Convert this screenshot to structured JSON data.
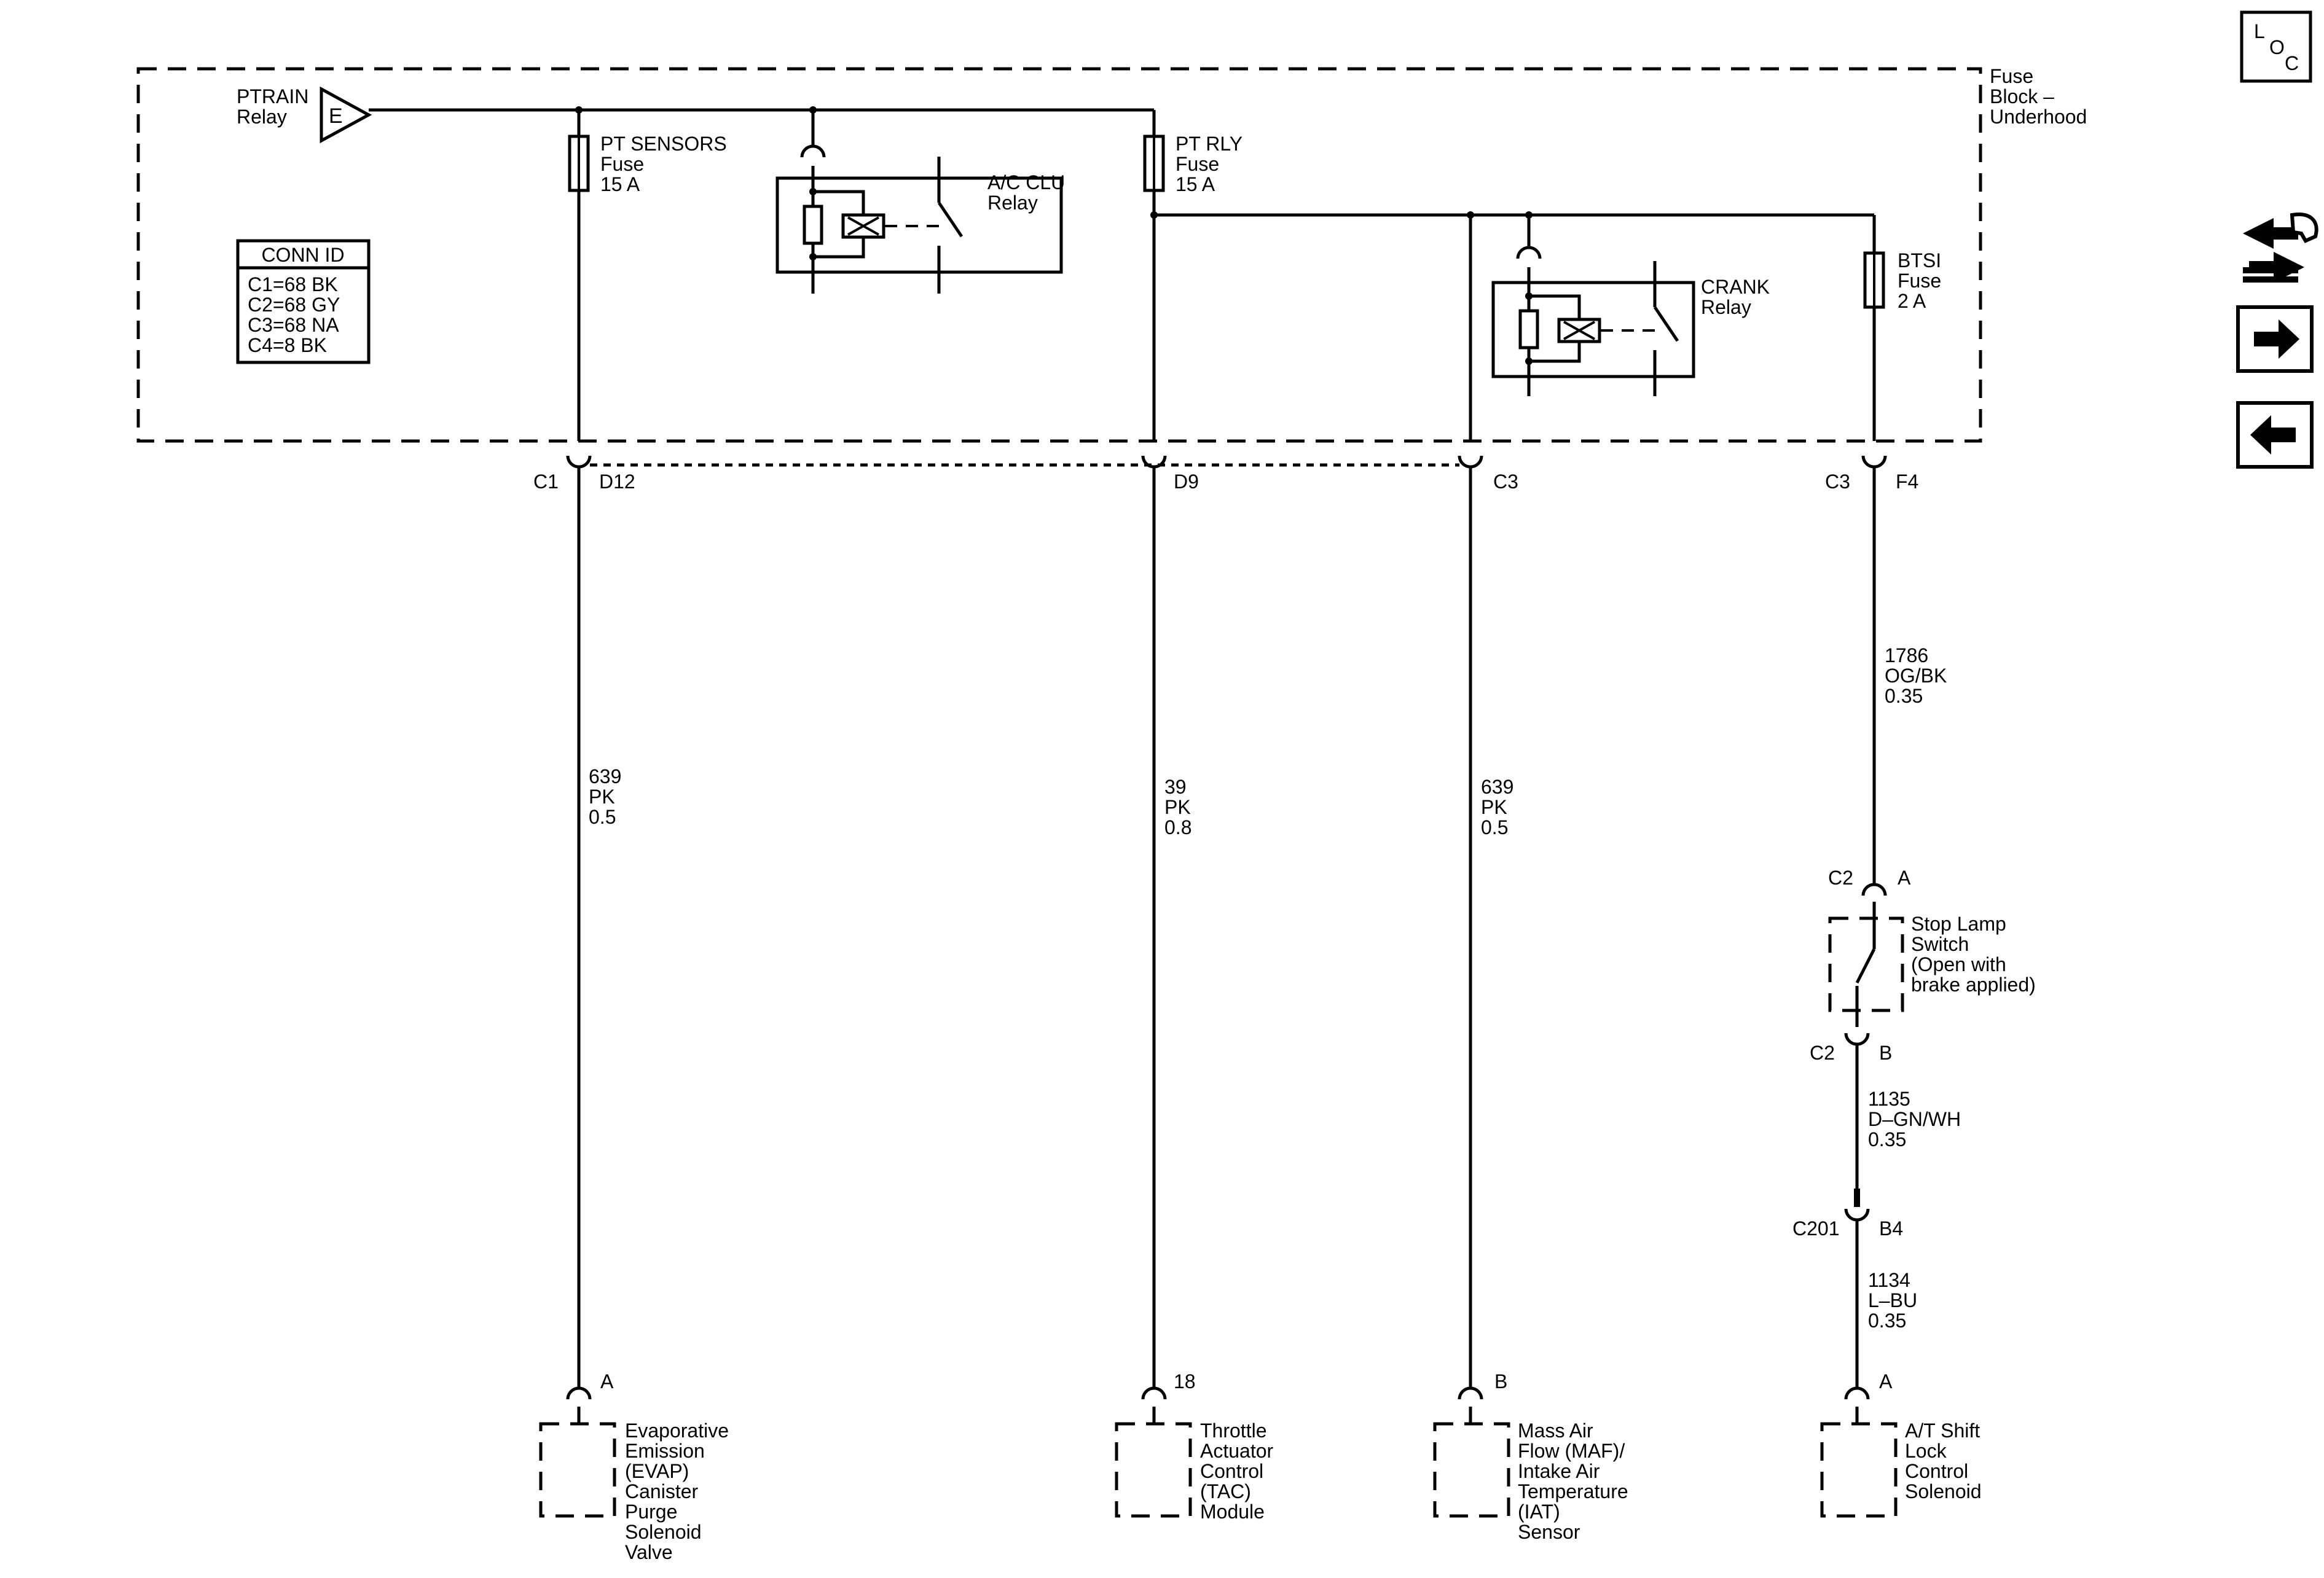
{
  "fuse_block": {
    "label_lines": [
      "Fuse",
      "Block –",
      "Underhood"
    ]
  },
  "ptrain_relay": {
    "label_lines": [
      "PTRAIN",
      "Relay"
    ],
    "connector": "E"
  },
  "fuses": {
    "pt_sensors": {
      "label_lines": [
        "PT SENSORS",
        "Fuse",
        "15 A"
      ]
    },
    "pt_rly": {
      "label_lines": [
        "PT RLY",
        "Fuse",
        "15 A"
      ]
    },
    "btsi": {
      "label_lines": [
        "BTSI",
        "Fuse",
        "2 A"
      ]
    }
  },
  "relays": {
    "ac_clu": {
      "label_lines": [
        "A/C CLU",
        "Relay"
      ]
    },
    "crank": {
      "label_lines": [
        "CRANK",
        "Relay"
      ]
    }
  },
  "conn_id": {
    "title": "CONN ID",
    "rows": [
      "C1=68 BK",
      "C2=68 GY",
      "C3=68 NA",
      "C4=8 BK"
    ]
  },
  "connectors": {
    "c1": "C1",
    "d12": "D12",
    "d9": "D9",
    "c3_d": "C3",
    "c3_f": "C3",
    "f4": "F4",
    "c2_a": "C2",
    "a_sw": "A",
    "c2_b": "C2",
    "b_sw": "B",
    "c201": "C201",
    "b4": "B4"
  },
  "wires": {
    "w639a": [
      "639",
      "PK",
      "0.5"
    ],
    "w39": [
      "39",
      "PK",
      "0.8"
    ],
    "w639b": [
      "639",
      "PK",
      "0.5"
    ],
    "w1786": [
      "1786",
      "OG/BK",
      "0.35"
    ],
    "w1135": [
      "1135",
      "D–GN/WH",
      "0.35"
    ],
    "w1134": [
      "1134",
      "L–BU",
      "0.35"
    ]
  },
  "stop_lamp_switch": {
    "label_lines": [
      "Stop Lamp",
      "Switch",
      "(Open with",
      "brake applied)"
    ]
  },
  "components": {
    "evap": {
      "pin": "A",
      "label_lines": [
        "Evaporative",
        "Emission",
        "(EVAP)",
        "Canister",
        "Purge",
        "Solenoid",
        "Valve"
      ]
    },
    "tac": {
      "pin": "18",
      "label_lines": [
        "Throttle",
        "Actuator",
        "Control",
        "(TAC)",
        "Module"
      ]
    },
    "maf": {
      "pin": "B",
      "label_lines": [
        "Mass Air",
        "Flow (MAF)/",
        "Intake Air",
        "Temperature",
        "(IAT)",
        "Sensor"
      ]
    },
    "shift_lock": {
      "pin": "A",
      "label_lines": [
        "A/T Shift",
        "Lock",
        "Control",
        "Solenoid"
      ]
    }
  },
  "nav": {
    "loc": {
      "letters": [
        "L",
        "O",
        "C"
      ],
      "icon": "loc-icon"
    },
    "tools_icon": "wrench-arrows-icon",
    "forward_icon": "arrow-right-icon",
    "back_icon": "arrow-left-icon"
  }
}
